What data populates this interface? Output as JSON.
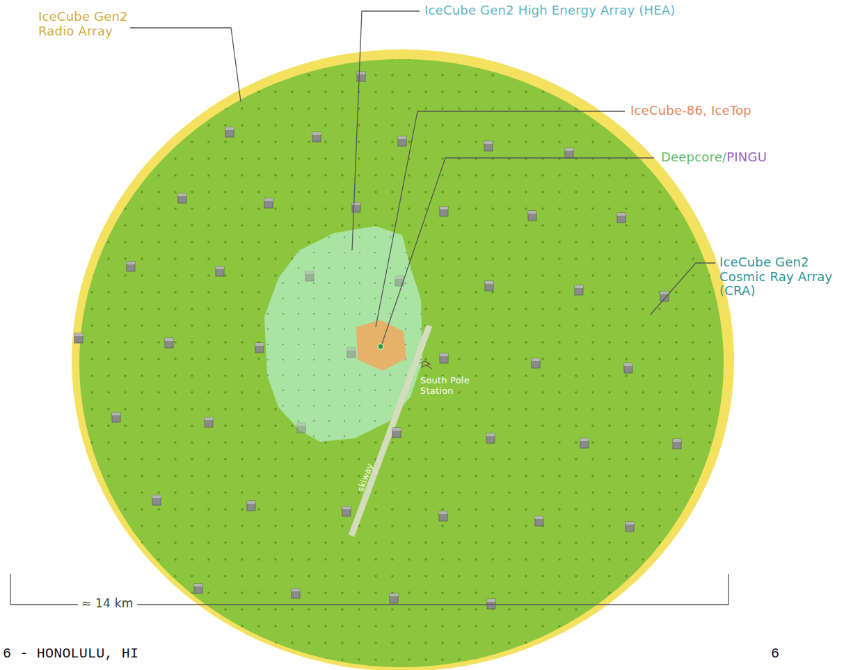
{
  "diagram": {
    "labels": [
      "IceCube Gen2 Radio Array",
      "IceCube Gen2 High Energy Array (HEA)",
      "IceCube-86, IceTop",
      "Deepcore/PINGU",
      "IceCube Gen2 Cosmic Ray Array (CRA)",
      "South Pole Station",
      "skiway",
      "≈ 14 km",
      "6 - HONOLULU, HI",
      "6"
    ]
  }
}
